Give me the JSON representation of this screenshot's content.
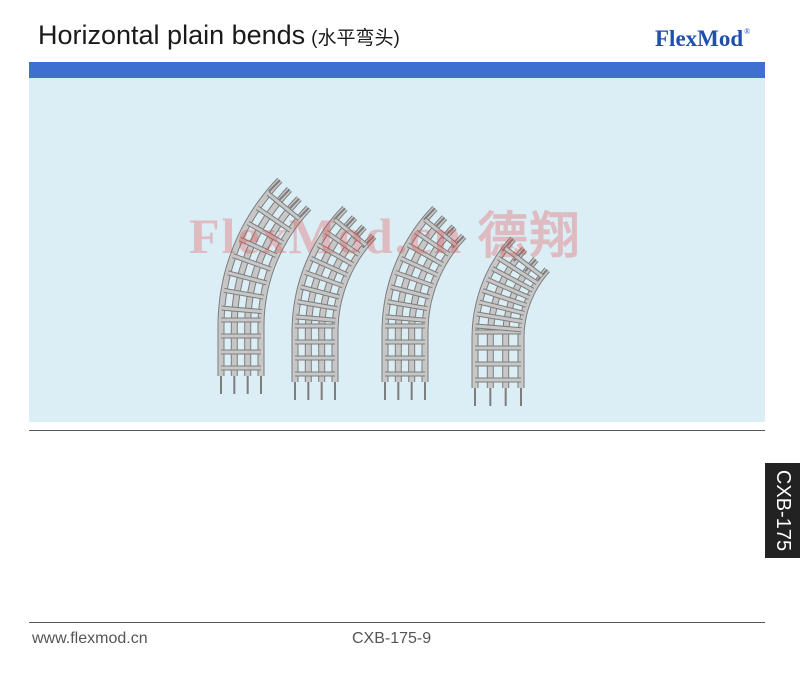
{
  "header": {
    "title": "Horizontal plain bends",
    "title_cn": "(水平弯头)",
    "logo_text": "FlexMod",
    "logo_mark": "®"
  },
  "figure": {
    "watermark": "FlexMod.cn 德翔",
    "bend_count": 4
  },
  "side_tab": {
    "label": "CXB-175"
  },
  "footer": {
    "website": "www.flexmod.cn",
    "page_code": "CXB-175-9"
  },
  "colors": {
    "bar_blue": "#3f6fcf",
    "panel_bg": "#dbeef5",
    "logo_blue": "#1f4fb0",
    "side_tab_bg": "#222222",
    "watermark": "#e14646",
    "bend_fill": "#c7c7c7",
    "bend_edge": "#7d7d7d"
  }
}
